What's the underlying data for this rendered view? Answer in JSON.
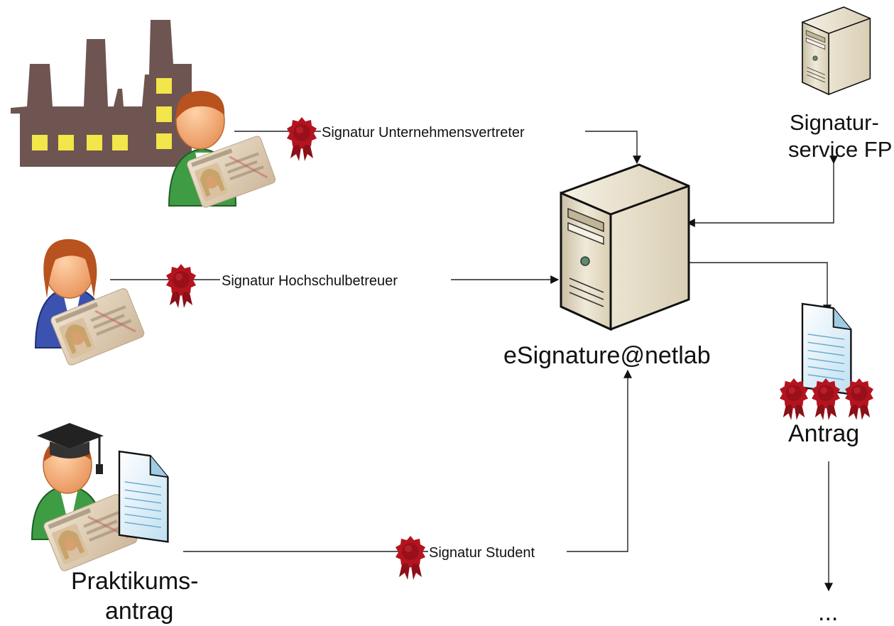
{
  "nodes": {
    "server_main": {
      "label": "eSignature@netlab"
    },
    "server_fp": {
      "label_line1": "Signatur-",
      "label_line2": "service FP"
    },
    "student_doc": {
      "label_line1": "Praktikums-",
      "label_line2": "antrag"
    },
    "antrag": {
      "label": "Antrag"
    },
    "continuation": {
      "label": "..."
    }
  },
  "edges": {
    "company": {
      "label": "Signatur Unternehmensvertreter"
    },
    "supervisor": {
      "label": "Signatur Hochschulbetreuer"
    },
    "student": {
      "label": "Signatur Student"
    }
  },
  "colors": {
    "factory": "#6e5552",
    "window": "#f2e64a",
    "seal": "#a3121b",
    "server_body": "#e7dfc9",
    "document": "#d6ecf7",
    "shirt_company": "#3e9c45",
    "shirt_supervisor": "#3b52b0",
    "shirt_student": "#3e9c45"
  }
}
